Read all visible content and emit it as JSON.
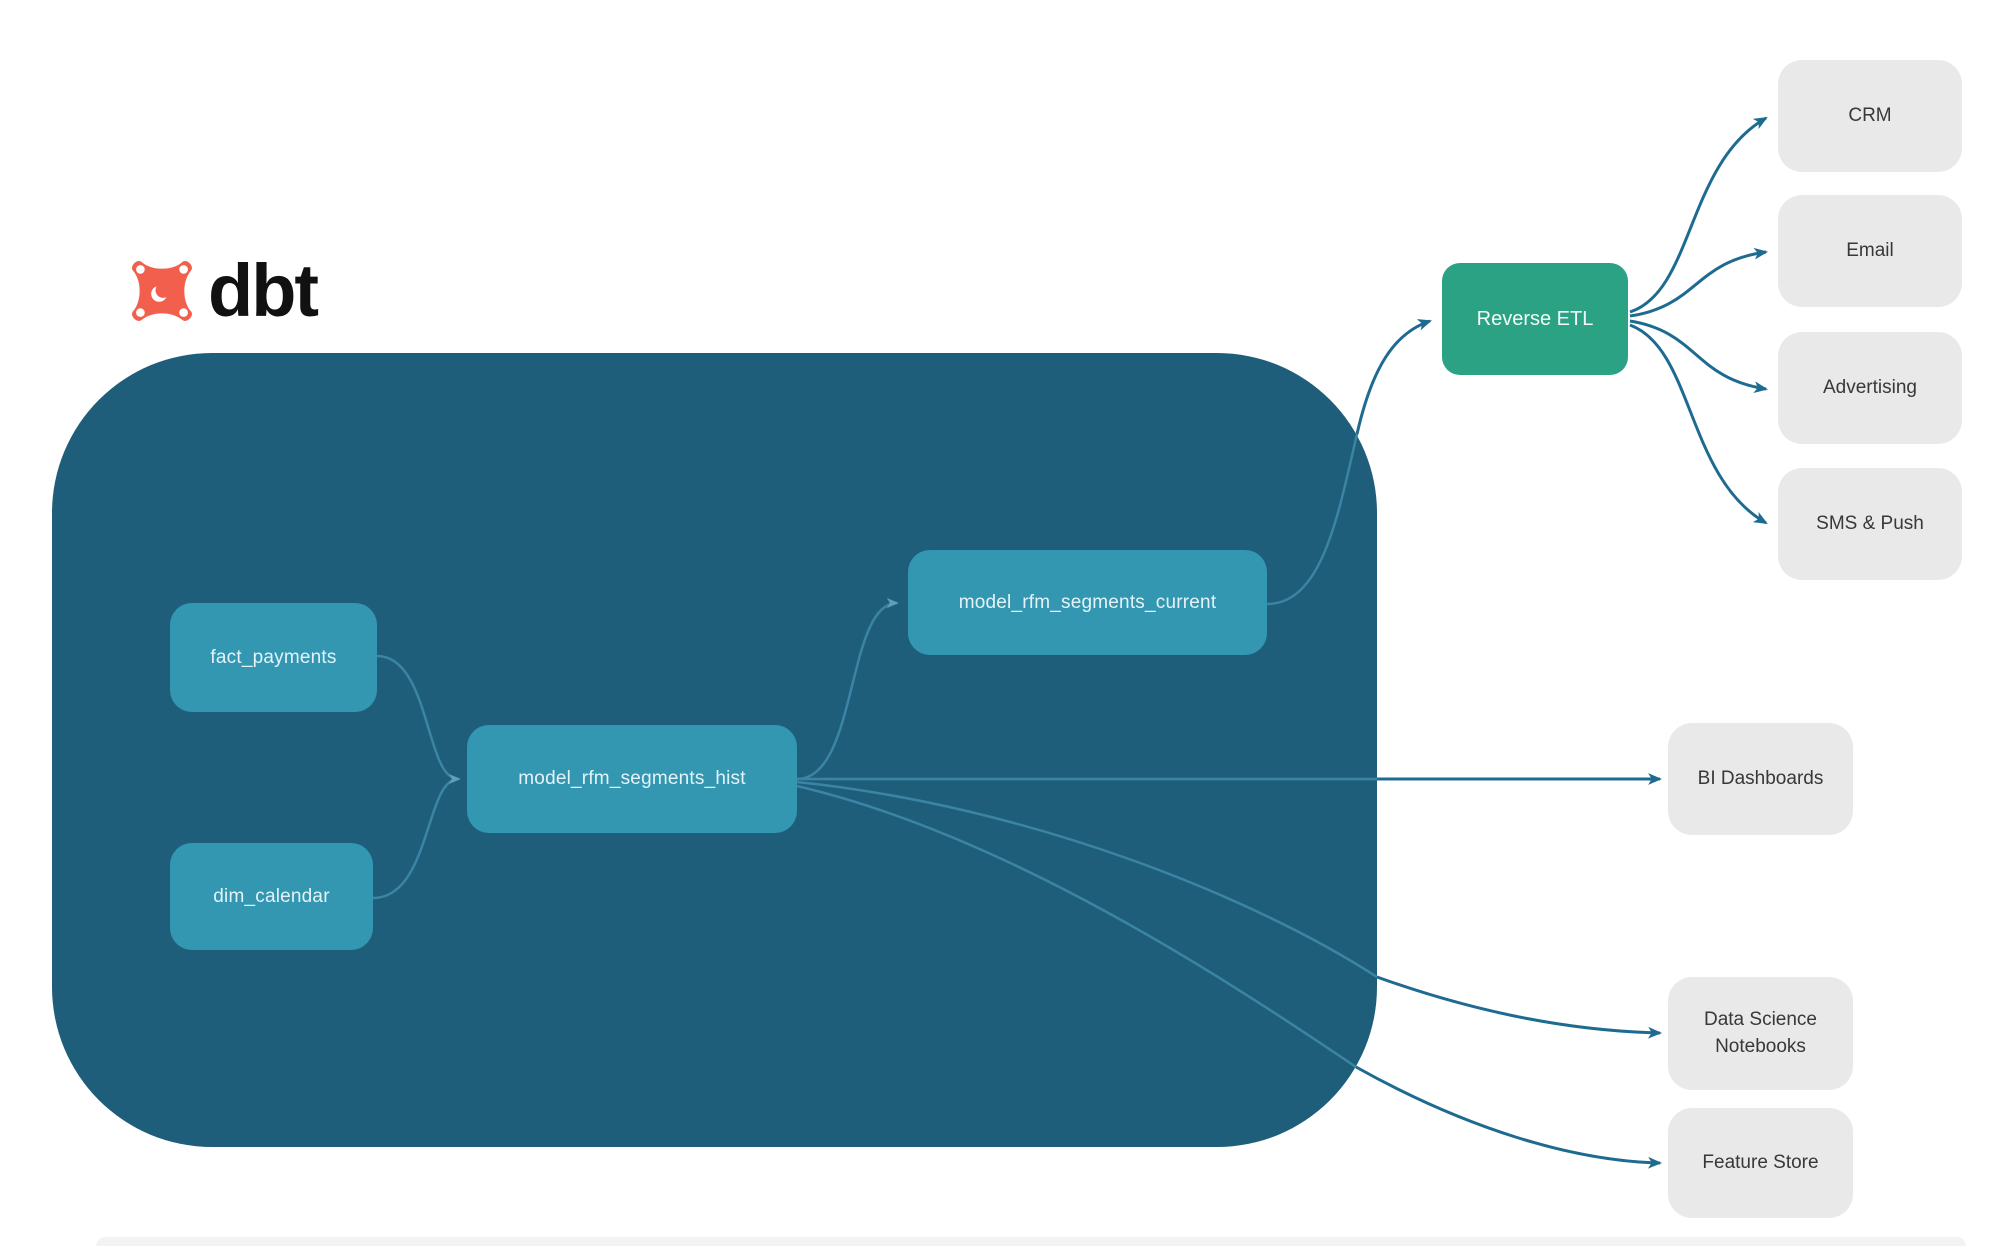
{
  "brand": {
    "name": "dbt"
  },
  "nodes": {
    "fact_payments": {
      "label": "fact_payments"
    },
    "dim_calendar": {
      "label": "dim_calendar"
    },
    "model_rfm_segments_hist": {
      "label": "model_rfm_segments_hist"
    },
    "model_rfm_segments_current": {
      "label": "model_rfm_segments_current"
    },
    "reverse_etl": {
      "label": "Reverse ETL"
    },
    "crm": {
      "label": "CRM"
    },
    "email": {
      "label": "Email"
    },
    "advertising": {
      "label": "Advertising"
    },
    "sms_push": {
      "label": "SMS & Push"
    },
    "bi_dashboards": {
      "label": "BI Dashboards"
    },
    "data_science_notebooks": {
      "label": "Data Science Notebooks"
    },
    "feature_store": {
      "label": "Feature Store"
    }
  },
  "colors": {
    "warehouse_container": "#1e5e7b",
    "model_box": "#3397b2",
    "reverse_etl_box": "#2ca284",
    "target_box": "#e9e9e9",
    "edge_outside": "#1e6b91",
    "edge_inside": "#3c84a4",
    "brand_orange": "#f2604d",
    "wordmark_black": "#111111"
  }
}
